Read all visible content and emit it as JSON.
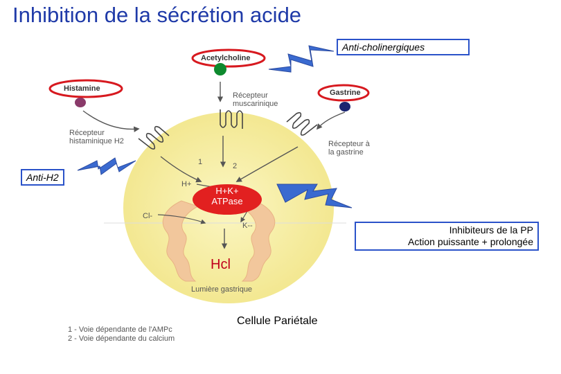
{
  "title": "Inhibition de la sécrétion acide",
  "boxes": {
    "anti_cholinergiques": "Anti-cholinergiques",
    "anti_h2": "Anti-H2"
  },
  "ligands": {
    "acetylcholine": "Acetylcholine",
    "histamine": "Histamine",
    "gastrine": "Gastrine"
  },
  "receptors": {
    "muscarinic_1": "Récepteur",
    "muscarinic_2": "muscarinique",
    "h2_1": "Récepteur",
    "h2_2": "histaminique H2",
    "gastrin_1": "Récepteur à",
    "gastrin_2": "la gastrine"
  },
  "pump": {
    "line1": "H+K+",
    "line2": "ATPase"
  },
  "ions": {
    "h_plus": "H+",
    "cl_minus": "Cl-",
    "k_minus": "K--",
    "num1": "1",
    "num2": "2"
  },
  "hcl": "Hcl",
  "lumen": "Lumière gastrique",
  "ppi": {
    "line1": "Inhibiteurs de la PP",
    "line2": "Action puissante + prolongée"
  },
  "cell_label": "Cellule Pariétale",
  "legend": {
    "line1": "1 - Voie dépendante de l'AMPc",
    "line2": "2 - Voie dépendante du calcium"
  },
  "colors": {
    "title": "#1f3aa8",
    "cell": "#f7f0a6",
    "membrane": "#f2c79c",
    "pump": "#e22020",
    "oval": "#d7191f",
    "lightning": "#3a6ad0",
    "box_border": "#2a52c9",
    "acetylcholine_dot": "#0e8a2e",
    "histamine_dot": "#8a3a6a",
    "gastrine_dot": "#1a2470",
    "hcl": "#c0001a"
  }
}
